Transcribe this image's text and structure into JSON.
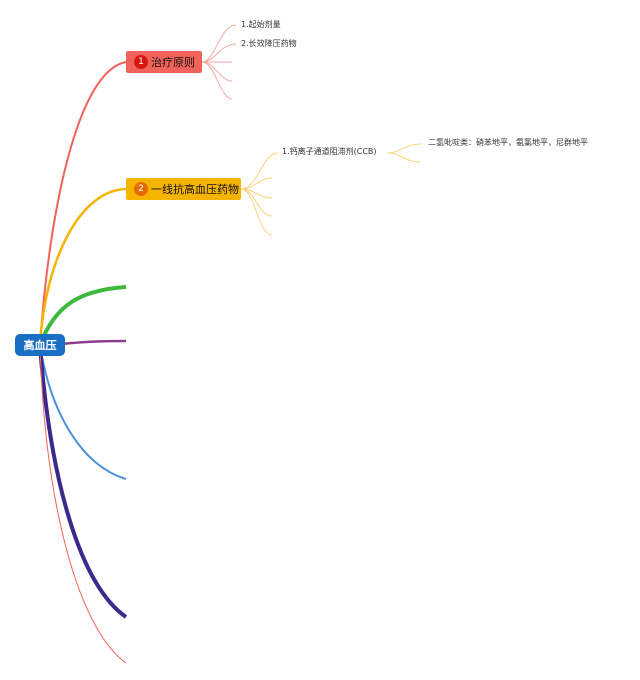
{
  "root": {
    "label": "高血压",
    "color": "#1a6fc4"
  },
  "topics": [
    {
      "number": "1",
      "label": "治疗原则",
      "color": "#f1635a",
      "children": [
        "1.起始剂量",
        "2.长效降压药物"
      ]
    },
    {
      "number": "2",
      "label": "一线抗高血压药物",
      "color": "#f5b400",
      "children": [
        "1.钙离子通道阻滞剂(CCB)"
      ],
      "grandchildren": [
        "二氢吡啶类：硝苯地平，氨氯地平，尼群地平"
      ]
    }
  ],
  "branch_colors": {
    "branch_1": "#f1635a",
    "branch_2": "#f5b400",
    "branch_3": "#3dba3d",
    "branch_4": "#8e3d8e",
    "branch_5": "#4a90d9",
    "branch_6": "#3a2a8c",
    "branch_7": "#f1635a"
  }
}
